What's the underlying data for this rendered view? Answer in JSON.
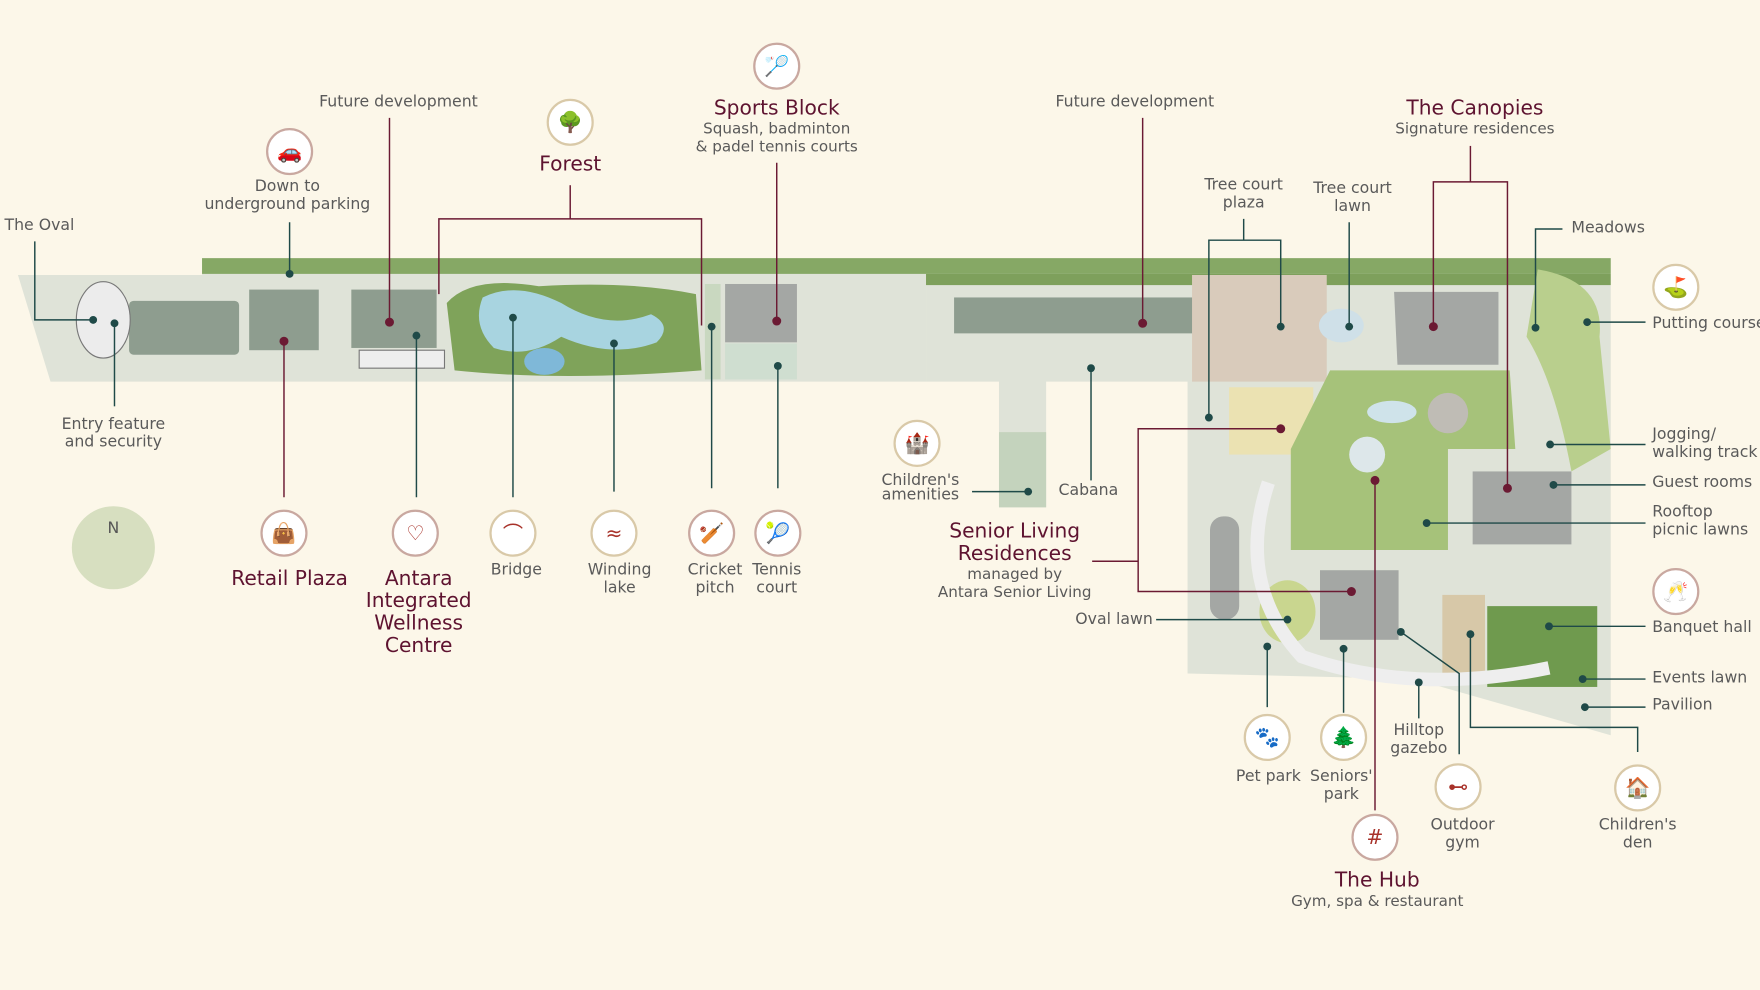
{
  "colors": {
    "background": "#fcf7e9",
    "title": "#5e1330",
    "leader_maroon": "#6b1a33",
    "leader_teal": "#1f4a48",
    "greenery": "#8fae6a",
    "buildings": "#9aa59a"
  },
  "compass": "N",
  "labels": {
    "the_oval": "The Oval",
    "entry": [
      "Entry feature",
      "and security"
    ],
    "parking": [
      "Down to",
      "underground parking"
    ],
    "future_dev_left": "Future development",
    "forest": "Forest",
    "sports_block": {
      "title": "Sports Block",
      "sub": [
        "Squash, badminton",
        "& padel tennis courts"
      ]
    },
    "future_dev_right": "Future development",
    "canopies": {
      "title": "The Canopies",
      "sub": "Signature residences"
    },
    "tree_court_plaza": [
      "Tree court",
      "plaza"
    ],
    "tree_court_lawn": [
      "Tree court",
      "lawn"
    ],
    "meadows": "Meadows",
    "putting_course": "Putting course",
    "jogging": [
      "Jogging/",
      "walking track"
    ],
    "guest_rooms": "Guest rooms",
    "rooftop": [
      "Rooftop",
      "picnic lawns"
    ],
    "banquet_hall": "Banquet hall",
    "events_lawn": "Events lawn",
    "pavilion": "Pavilion",
    "childrens_den": [
      "Children's",
      "den"
    ],
    "hub": {
      "title": "The Hub",
      "sub": "Gym, spa & restaurant"
    },
    "outdoor_gym": [
      "Outdoor",
      "gym"
    ],
    "hilltop_gazebo": [
      "Hilltop",
      "gazebo"
    ],
    "seniors_park": [
      "Seniors'",
      "park"
    ],
    "pet_park": "Pet park",
    "oval_lawn": "Oval lawn",
    "senior_living": {
      "title": [
        "Senior Living",
        "Residences"
      ],
      "sub": [
        "managed by",
        "Antara Senior Living"
      ]
    },
    "cabana": "Cabana",
    "childrens_amenities": [
      "Children's",
      "amenities"
    ],
    "retail_plaza": "Retail Plaza",
    "wellness": [
      "Antara",
      "Integrated",
      "Wellness",
      "Centre"
    ],
    "bridge": "Bridge",
    "winding_lake": [
      "Winding",
      "lake"
    ],
    "cricket_pitch": [
      "Cricket",
      "pitch"
    ],
    "tennis_court": [
      "Tennis",
      "court"
    ]
  }
}
